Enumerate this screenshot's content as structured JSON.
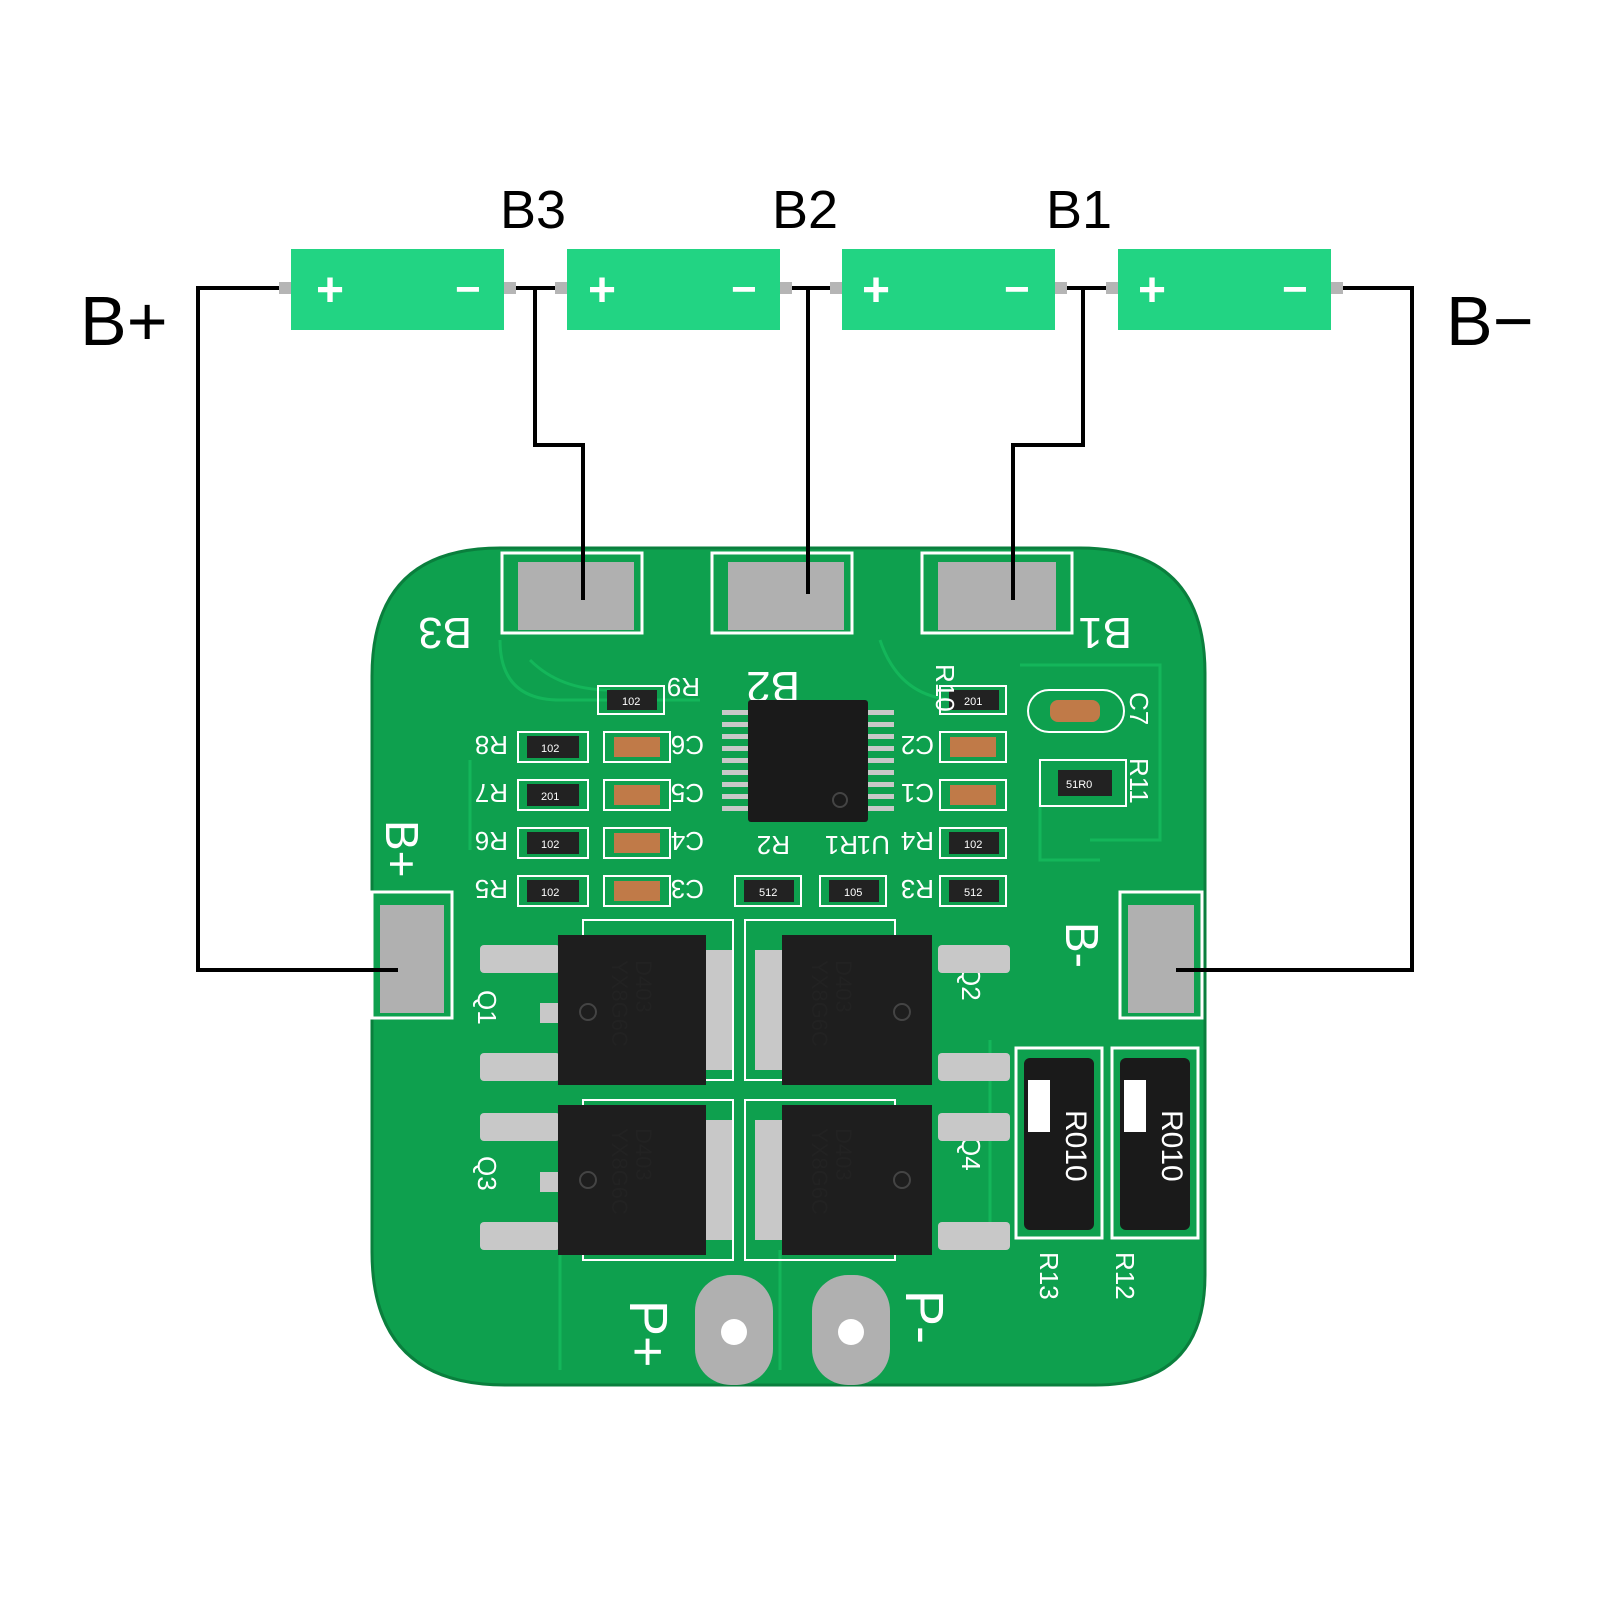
{
  "labels": {
    "b_plus": "B+",
    "b_minus": "B−",
    "tap_b3": "B3",
    "tap_b2": "B2",
    "tap_b1": "B1"
  },
  "cells": [
    {
      "plus": "+",
      "minus": "−"
    },
    {
      "plus": "+",
      "minus": "−"
    },
    {
      "plus": "+",
      "minus": "−"
    },
    {
      "plus": "+",
      "minus": "−"
    }
  ],
  "board": {
    "pad_b3": "B3",
    "pad_b2": "B2",
    "pad_b1": "B1",
    "pad_bplus": "B+",
    "pad_bminus": "B-",
    "out_pplus": "P+",
    "out_pminus": "P-",
    "resistor_codes": {
      "r9": "102",
      "r10": "201",
      "r8": "102",
      "r7": "201",
      "r6": "102",
      "r5": "102",
      "r2": "512",
      "r1": "105",
      "r3": "512",
      "r4": "102",
      "r11": "51R0",
      "r13": "R010",
      "r12": "R010"
    },
    "refs": {
      "r9": "R9",
      "r10": "R10",
      "c7": "C7",
      "r11": "R11",
      "left_col1": [
        "R8",
        "R7",
        "R6",
        "R5"
      ],
      "left_col2": [
        "C6",
        "C5",
        "C4",
        "C3"
      ],
      "right_col1": [
        "C2",
        "C1",
        "R4",
        "R3"
      ],
      "r2": "R2",
      "r1": "R1",
      "u1": "U1",
      "q1": "Q1",
      "q2": "Q2",
      "q3": "Q3",
      "q4": "Q4",
      "r13": "R13",
      "r12": "R12"
    },
    "mosfet_marking": {
      "line1": "D403",
      "line2": "YX8G6C"
    }
  },
  "colors": {
    "cell": "#22d483",
    "pcb": "#0ea04e",
    "pad": "#b0b0b0",
    "wire": "#000000"
  }
}
